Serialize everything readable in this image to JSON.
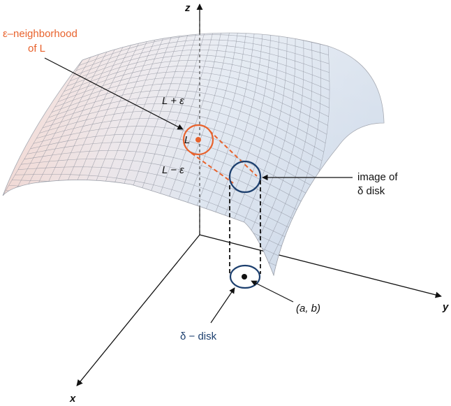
{
  "axes": {
    "x": "x",
    "y": "y",
    "z": "z"
  },
  "labels": {
    "eps_neighborhood_line1": "ε–neighborhood",
    "eps_neighborhood_line2": "of L",
    "L_plus": "L + ε",
    "L": "L",
    "L_minus": "L − ε",
    "image_line1": "image of",
    "image_line2": "δ disk",
    "point": "(a, b)",
    "delta_disk": "δ − disk"
  },
  "colors": {
    "orange": "#e8622c",
    "blue": "#1c3f6e",
    "surface_warm": "#f1d3cc",
    "surface_cool": "#d6e1ee"
  }
}
